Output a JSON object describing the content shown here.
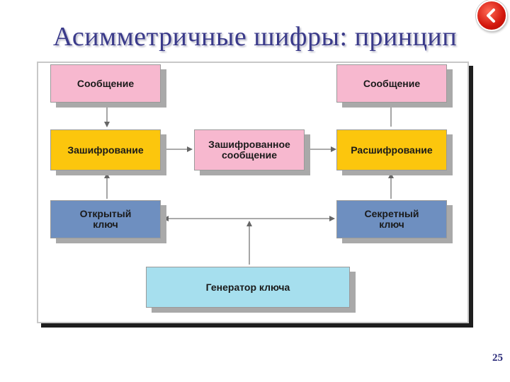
{
  "slide": {
    "title": "Асимметричные шифры: принцип",
    "page_number": "25"
  },
  "nav": {
    "back_icon": "chevron-left-icon"
  },
  "diagram": {
    "left_message": "Сообщение",
    "right_message": "Сообщение",
    "encryption": "Зашифрование",
    "encrypted_message": "Зашифрованное\nсообщение",
    "decryption": "Расшифрование",
    "public_key": "Открытый\nключ",
    "secret_key": "Секретный\nключ",
    "key_generator": "Генератор ключа"
  },
  "colors": {
    "message": "#f7b8cf",
    "process": "#fcc60d",
    "key": "#6e8fc0",
    "generator": "#a6dfee",
    "title": "#3a3a8a"
  }
}
